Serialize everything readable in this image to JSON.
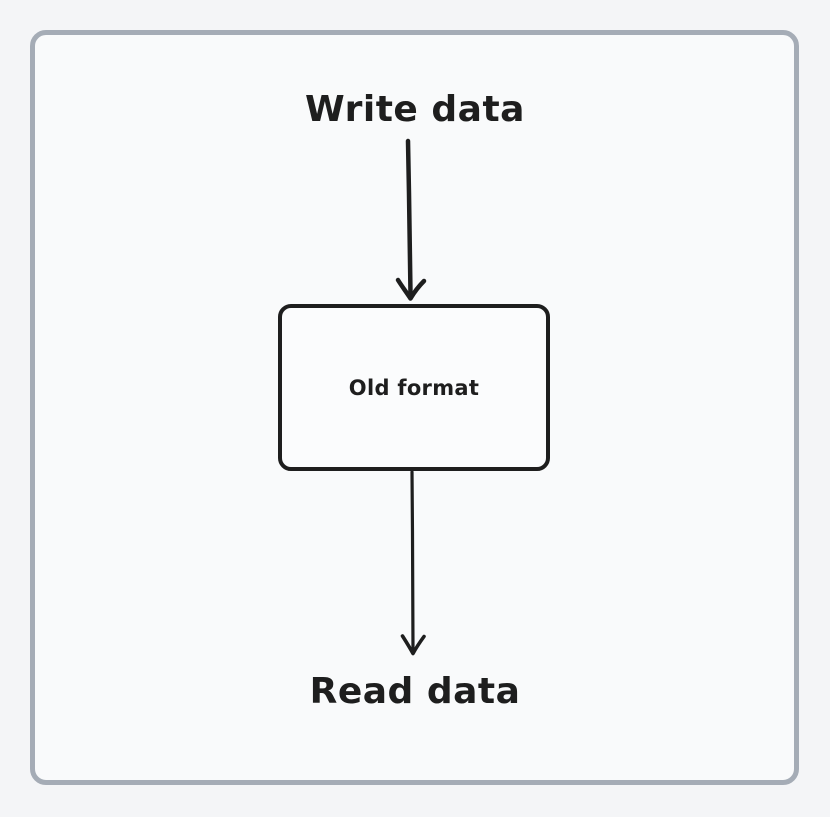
{
  "diagram": {
    "labels": {
      "top": "Write data",
      "bottom": "Read data"
    },
    "nodes": [
      {
        "label": "Old format"
      }
    ],
    "arrows": [
      {
        "from": "Write data",
        "to": "Old format",
        "direction": "down"
      },
      {
        "from": "Old format",
        "to": "Read data",
        "direction": "down"
      }
    ],
    "colors": {
      "ink": "#1e1e1e",
      "frame_border": "#a5acb6",
      "canvas_background": "#f9fafb",
      "page_background": "#f4f5f7",
      "node_fill": "#fbfcfd"
    }
  }
}
